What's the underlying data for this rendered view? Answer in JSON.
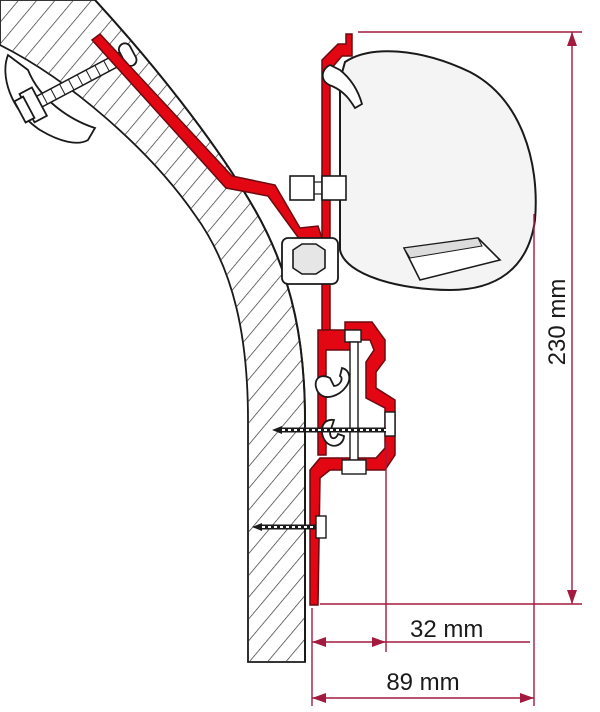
{
  "diagram": {
    "dimensions": [
      {
        "id": "height",
        "label": "230 mm"
      },
      {
        "id": "offset-small",
        "label": "32 mm"
      },
      {
        "id": "offset-large",
        "label": "89 mm"
      }
    ],
    "colors": {
      "bracket": "#e30613",
      "bracket_stroke": "#6b0a10",
      "dimension_line": "#a31a3e",
      "outline": "#1a1a1a",
      "wall_fill": "#ffffff",
      "hatch": "#333333",
      "housing_fill": "#f4f4f4"
    }
  }
}
